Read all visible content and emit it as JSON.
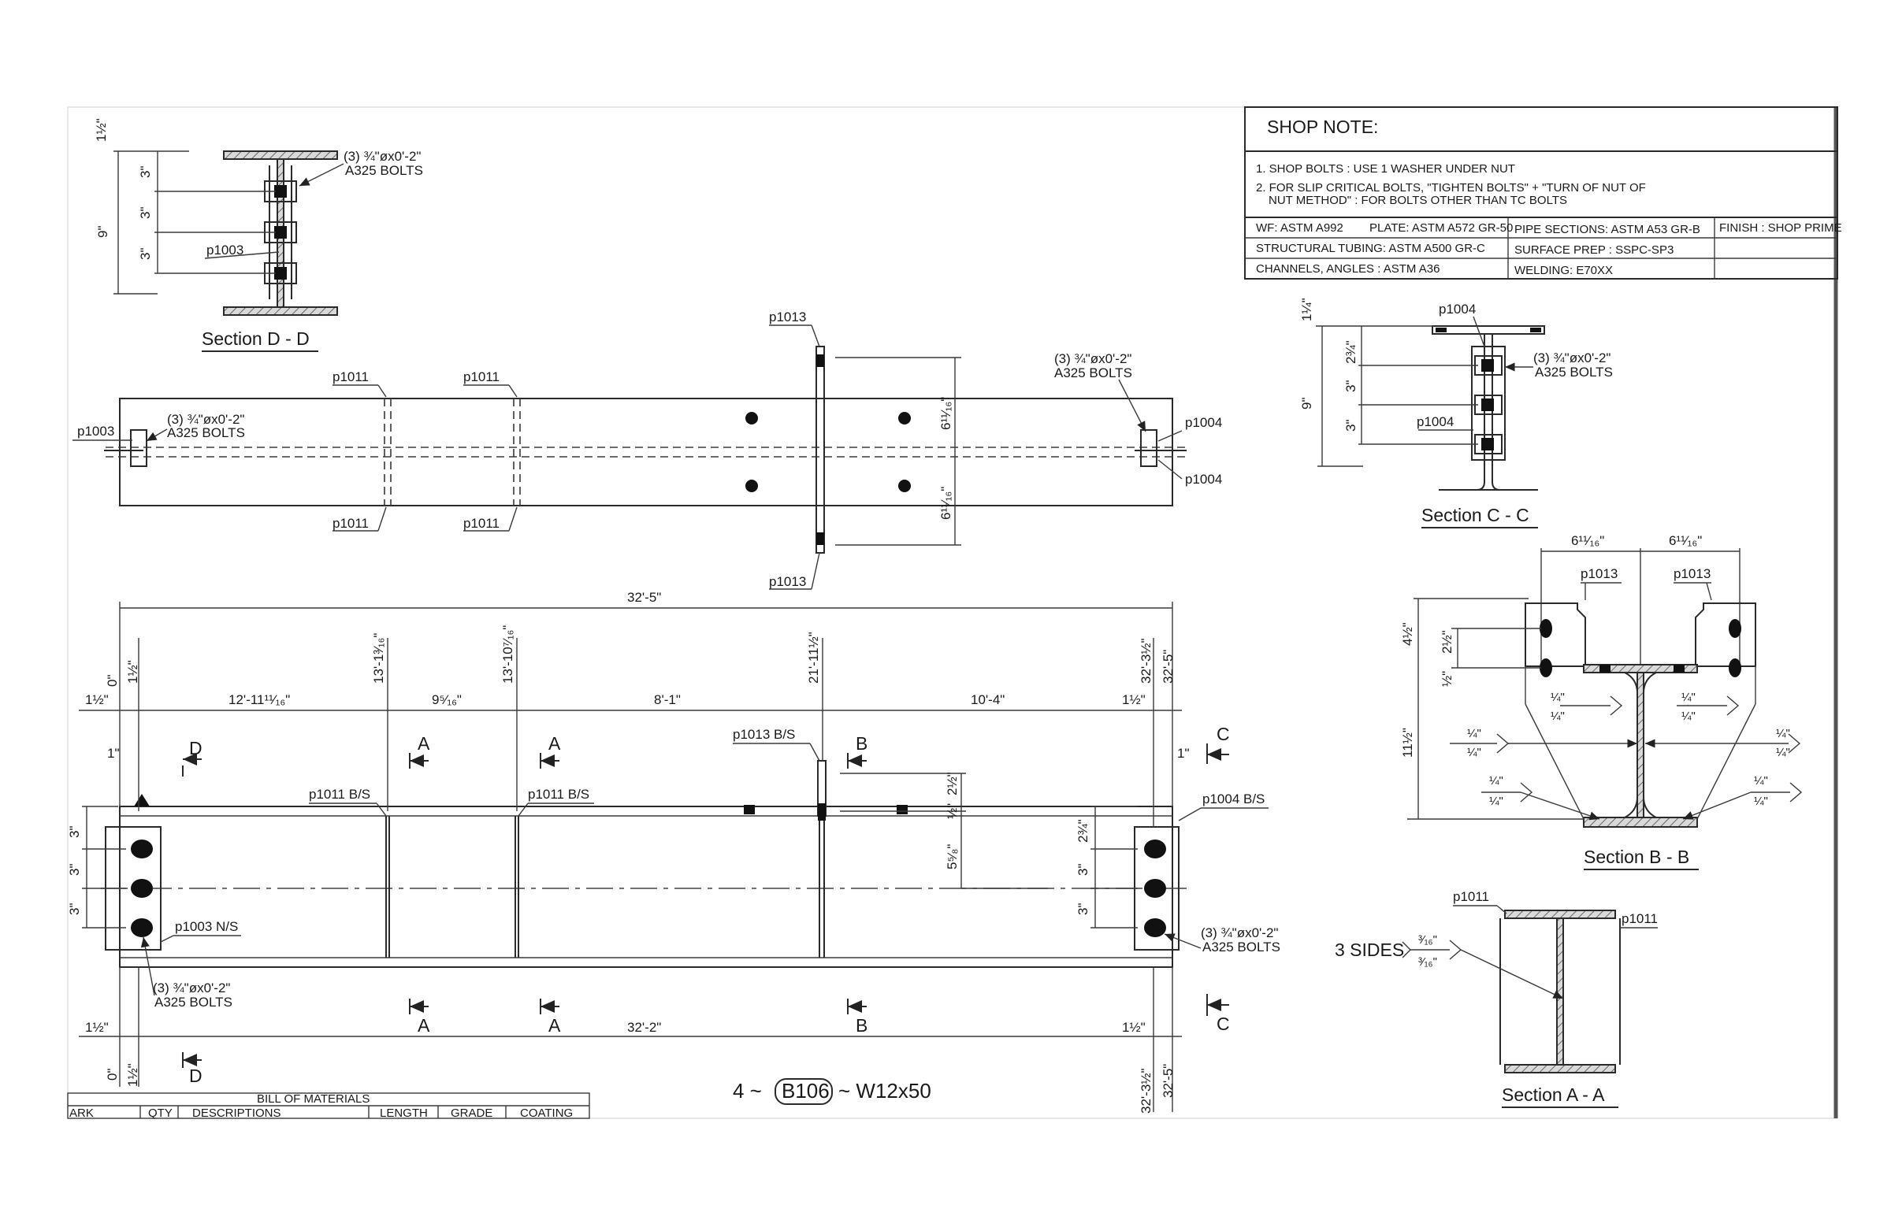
{
  "shop_note": {
    "title": "SHOP NOTE:",
    "note1": "1. SHOP BOLTS : USE 1 WASHER UNDER NUT",
    "note2a": "2. FOR SLIP CRITICAL BOLTS, \"TIGHTEN BOLTS\" + \"TURN OF NUT OF",
    "note2b": "NUT METHOD\" : FOR BOLTS OTHER THAN TC BOLTS"
  },
  "spec_table": {
    "wf": "WF: ASTM A992",
    "plate": "PLATE: ASTM A572 GR-50",
    "pipe": "PIPE SECTIONS: ASTM A53 GR-B",
    "finish": "FINISH : SHOP PRIME",
    "tubing": "STRUCTURAL TUBING:   ASTM A500 GR-C",
    "surface": "SURFACE PREP : SSPC-SP3",
    "channels": "CHANNELS, ANGLES  : ASTM A36",
    "welding": "WELDING: E70XX"
  },
  "sections": {
    "dd": "Section D - D",
    "cc": "Section C - C",
    "bb": "Section B - B",
    "aa": "Section A - A"
  },
  "bolts": {
    "qty_line": "(3) ¾\"øx0'-2\"",
    "grade": "A325 BOLTS"
  },
  "marks": {
    "p1003": "p1003",
    "p1004": "p1004",
    "p1011": "p1011",
    "p1013": "p1013",
    "p1011bs": "p1011 B/S",
    "p1013bs": "p1013 B/S",
    "p1004bs": "p1004 B/S",
    "p1003ns": "p1003 N/S"
  },
  "dims": {
    "d_1half": "1½\"",
    "d_3": "3\"",
    "d_9": "9\"",
    "d_1quarter": "1¼\"",
    "d_2three": "2¾\"",
    "d_6_11_16": "6¹¹⁄₁₆\"",
    "d_overall_top": "32'-5\"",
    "d_overall_bot": "32'-2\"",
    "d_0": "0\"",
    "d_12_11": "12'-11¹¹⁄₁₆\"",
    "d_9_5_16": "9⁵⁄₁₆\"",
    "d_8_1": "8'-1\"",
    "d_10_4": "10'-4\"",
    "d_13_1": "13'-1³⁄₁₆\"",
    "d_13_10": "13'-10⁷⁄₁₆\"",
    "d_21_11": "21'-11½\"",
    "d_32_3": "32'-3½\"",
    "d_32_5": "32'-5\"",
    "d_1": "1\"",
    "d_half": "½\"",
    "d_2half": "2½\"",
    "d_5_5_8": "5⁵⁄₈\"",
    "d_4half": "4½\"",
    "d_11half": "11½\"",
    "w_quarter": "¼\"",
    "w_3_16": "³⁄₁₆\"",
    "three_sides": "3 SIDES"
  },
  "cut_labels": {
    "a": "A",
    "b": "B",
    "c": "C",
    "d": "D"
  },
  "title_block": {
    "qty": "4 ~",
    "mark": "B106",
    "member": "~ W12x50"
  },
  "bom": {
    "title": "BILL OF MATERIALS",
    "columns": [
      "ARK",
      "QTY",
      "DESCRIPTIONS",
      "LENGTH",
      "GRADE",
      "COATING"
    ]
  }
}
